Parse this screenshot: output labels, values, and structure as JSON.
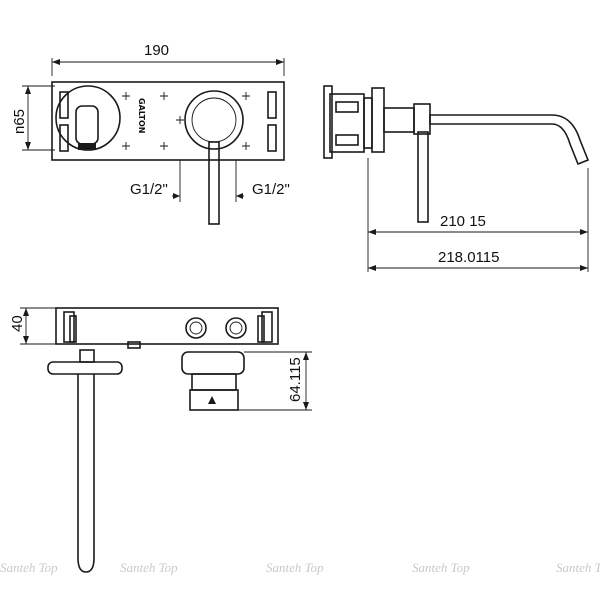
{
  "dimensions": {
    "width_front": "190",
    "height_front": "n65",
    "thread_left": "G1/2\"",
    "thread_right": "G1/2\"",
    "spout_reach": "210 15",
    "overall_depth": "218.0115",
    "body_depth": "40",
    "handle_height": "64.115"
  },
  "brand_mark": "GALTON",
  "watermarks": [
    "Santeh Top",
    "Santeh Top",
    "Santeh Top",
    "Santeh Top",
    "Santeh Top"
  ],
  "colors": {
    "line": "#1a1a1a",
    "watermark": "#c9c9c9",
    "background": "#ffffff"
  }
}
